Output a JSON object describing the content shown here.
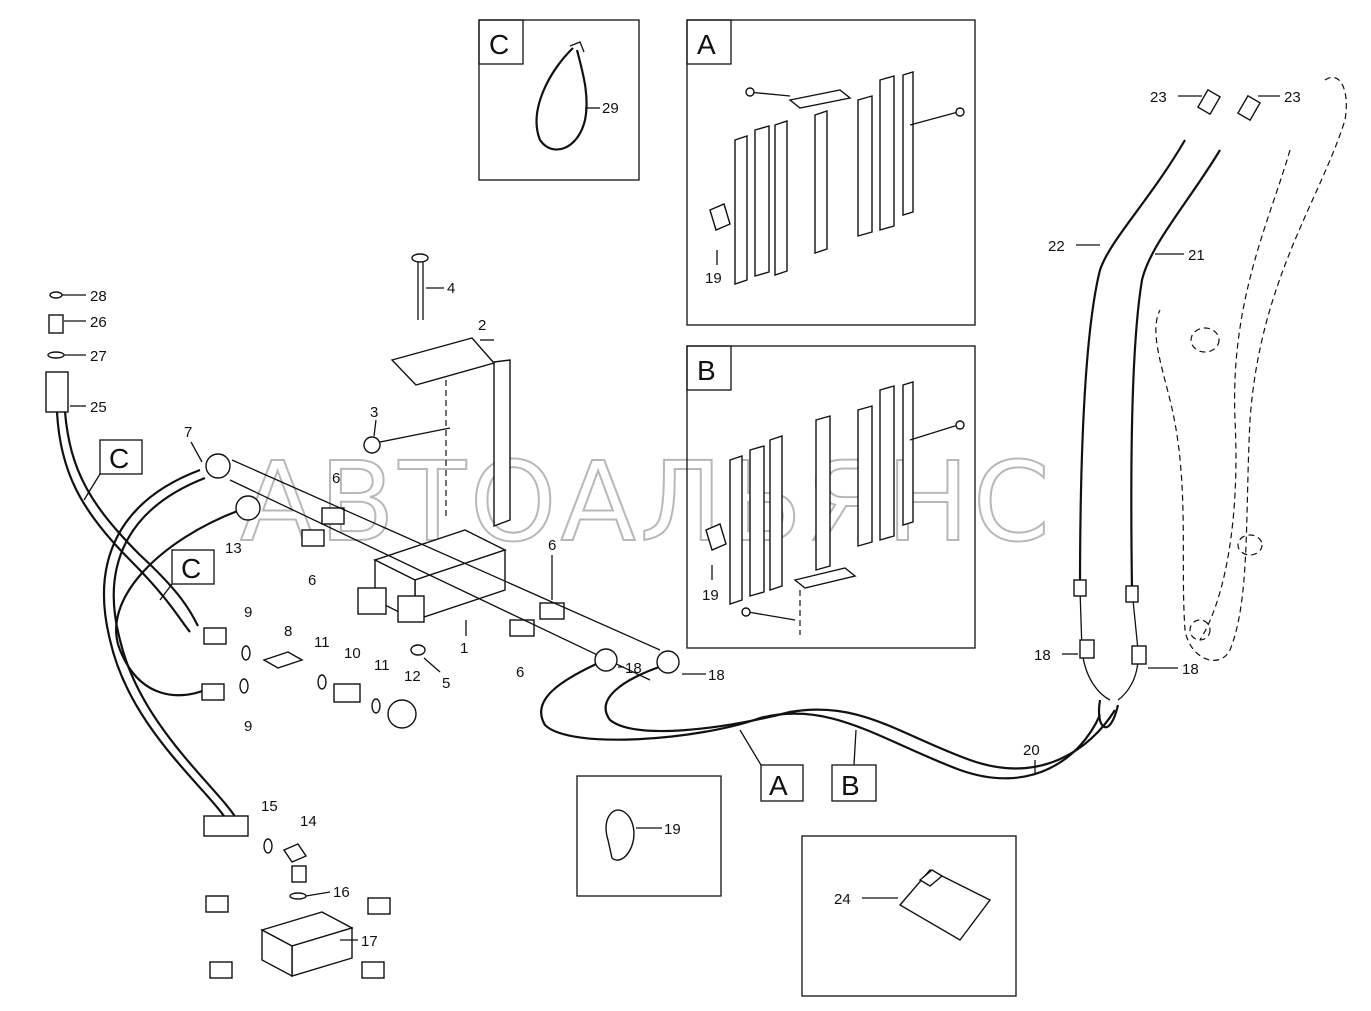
{
  "watermark": "АВТОАЛЬЯНС",
  "detail_boxes": {
    "A": "A",
    "B": "B",
    "C": "C"
  },
  "callouts": {
    "c_left_1": "C",
    "c_left_2": "C",
    "a_ref": "A",
    "b_ref": "B"
  },
  "labels": {
    "p1": "1",
    "p2": "2",
    "p3": "3",
    "p4": "4",
    "p5": "5",
    "p6a": "6",
    "p6b": "6",
    "p6c": "6",
    "p6d": "6",
    "p7": "7",
    "p9a": "9",
    "p9b": "9",
    "p10": "10",
    "p11a": "11",
    "p11b": "11",
    "p12": "12",
    "p13": "13",
    "p14": "14",
    "p15": "15",
    "p16": "16",
    "p17": "17",
    "p18a": "18",
    "p18b": "18",
    "p18c": "18",
    "p18d": "18",
    "p19a": "19",
    "p19b": "19",
    "p19c": "19",
    "p20": "20",
    "p21": "21",
    "p22": "22",
    "p23a": "23",
    "p23b": "23",
    "p24": "24",
    "p25": "25",
    "p26": "26",
    "p27": "27",
    "p28": "28",
    "p29": "29",
    "p8": "8"
  }
}
